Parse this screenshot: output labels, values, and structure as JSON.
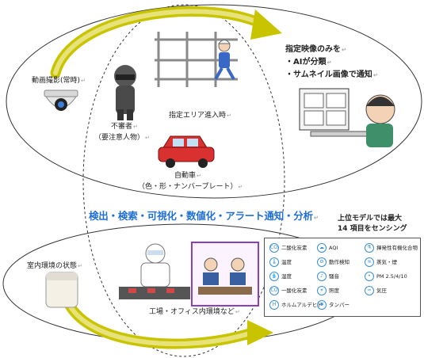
{
  "labels": {
    "video": "動画撮影(常時)",
    "suspicious": "不審者",
    "suspicious_sub": "（要注意人物）",
    "area": "指定エリア進入時",
    "car": "自動車",
    "car_sub": "（色・形・ナンバープレート）",
    "note_line1": "指定映像のみを",
    "note_line2": "・AIが分類",
    "note_line3": "・サムネイル画像で通知",
    "headline": "検出・検索・可視化・数値化・アラート通知・分析",
    "indoor": "室内環境の状態",
    "factory": "工場・オフィス内環境など",
    "sensor_head1": "上位モデルでは最大",
    "sensor_head2": "14 項目をセンシング",
    "return_mark": "↵"
  },
  "sensors": [
    {
      "icon": "co2-icon",
      "glyph": "CO₂",
      "label": "二酸化炭素"
    },
    {
      "icon": "aqi-icon",
      "glyph": "☁",
      "label": "AQI"
    },
    {
      "icon": "voc-icon",
      "glyph": "⚗",
      "label": "揮発性有機化合物"
    },
    {
      "icon": "temperature-icon",
      "glyph": "🌡",
      "label": "温度"
    },
    {
      "icon": "motion-icon",
      "glyph": "⚙",
      "label": "動作検知"
    },
    {
      "icon": "vape-icon",
      "glyph": "≋",
      "label": "蒸気・煙"
    },
    {
      "icon": "humidity-icon",
      "glyph": "💧",
      "label": "湿度"
    },
    {
      "icon": "noise-icon",
      "glyph": "♪",
      "label": "騒音"
    },
    {
      "icon": "pm-icon",
      "glyph": "•",
      "label": "PM 2.5/4/10"
    },
    {
      "icon": "co-icon",
      "glyph": "CO",
      "label": "一酸化炭素"
    },
    {
      "icon": "light-icon",
      "glyph": "☀",
      "label": "照度"
    },
    {
      "icon": "pressure-icon",
      "glyph": "≈",
      "label": "気圧"
    },
    {
      "icon": "formaldehyde-icon",
      "glyph": "H",
      "label": "ホルムアルデヒド"
    },
    {
      "icon": "tamper-icon",
      "glyph": "✱",
      "label": "タンパー"
    }
  ]
}
